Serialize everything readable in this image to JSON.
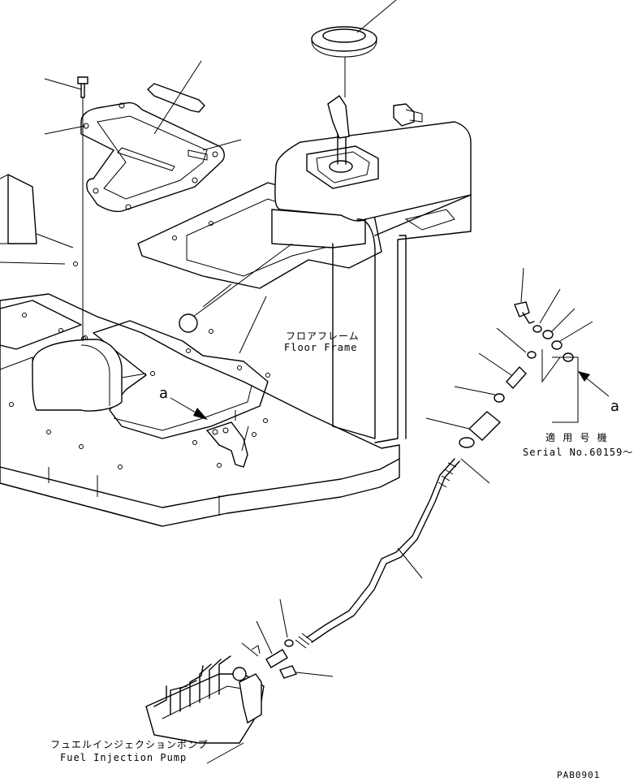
{
  "labels": {
    "floor_frame_jp": "フロアフレーム",
    "floor_frame_en": "Floor Frame",
    "serial_jp": "適 用 号 機",
    "serial_en": "Serial No.60159～",
    "pump_jp": "フュエルインジェクションポンプ",
    "pump_en": "Fuel Injection Pump",
    "detail_ref_left": "a",
    "detail_ref_right": "a",
    "drawing_code": "PAB0901"
  }
}
